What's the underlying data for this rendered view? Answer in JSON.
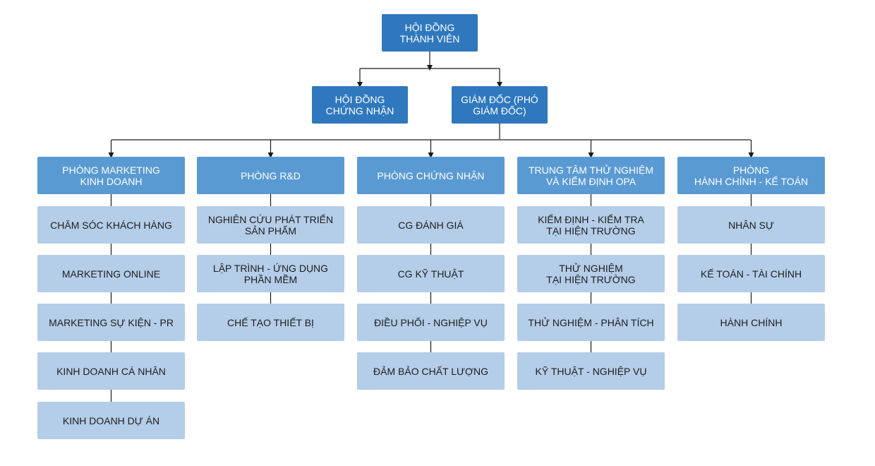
{
  "board": {
    "label": "HỘI ĐỒNG\nTHÀNH VIÊN"
  },
  "certification_council": {
    "label": "HỘI ĐỒNG\nCHỨNG NHẬN"
  },
  "director": {
    "label": "GIÁM ĐỐC (PHÓ\nGIÁM ĐỐC)"
  },
  "departments": [
    {
      "label": "PHÒNG MARKETING\nKINH DOANH",
      "units": [
        "CHĂM SÓC KHÁCH HÀNG",
        "MARKETING ONLINE",
        "MARKETING SỰ KIỆN - PR",
        "KINH DOANH CÁ NHÂN",
        "KINH DOANH DỰ ÁN"
      ]
    },
    {
      "label": "PHÒNG R&D",
      "units": [
        "NGHIÊN CỨU PHÁT TRIỂN\nSẢN PHẨM",
        "LẬP TRÌNH - ỨNG DỤNG\nPHẦN MỀM",
        "CHẾ TẠO THIẾT BỊ"
      ]
    },
    {
      "label": "PHÒNG CHỨNG NHẬN",
      "units": [
        "CG ĐÁNH GIÁ",
        "CG KỸ THUẬT",
        "ĐIỀU PHỐI - NGHIỆP VỤ",
        "ĐẢM BẢO CHẤT LƯỢNG"
      ]
    },
    {
      "label": "TRUNG TÂM THỬ NGHIỆM\nVÀ KIỂM ĐỊNH OPA",
      "units": [
        "KIỂM ĐỊNH - KIỂM TRA\nTẠI HIỆN TRƯỜNG",
        "THỬ NGHIỆM\nTẠI HIỆN TRƯỜNG",
        "THỬ NGHIỆM - PHÂN TÍCH",
        "KỸ THUẬT - NGHIỆP VỤ"
      ]
    },
    {
      "label": "PHÒNG\nHÀNH CHÍNH - KẾ TOÁN",
      "units": [
        "NHÂN SỰ",
        "KẾ TOÁN - TÀI CHÍNH",
        "HÀNH CHÍNH"
      ]
    }
  ],
  "colors": {
    "top": "#2f78be",
    "department": "#5a9ad3",
    "unit": "#b4cde8",
    "line": "#1a1a1a"
  }
}
